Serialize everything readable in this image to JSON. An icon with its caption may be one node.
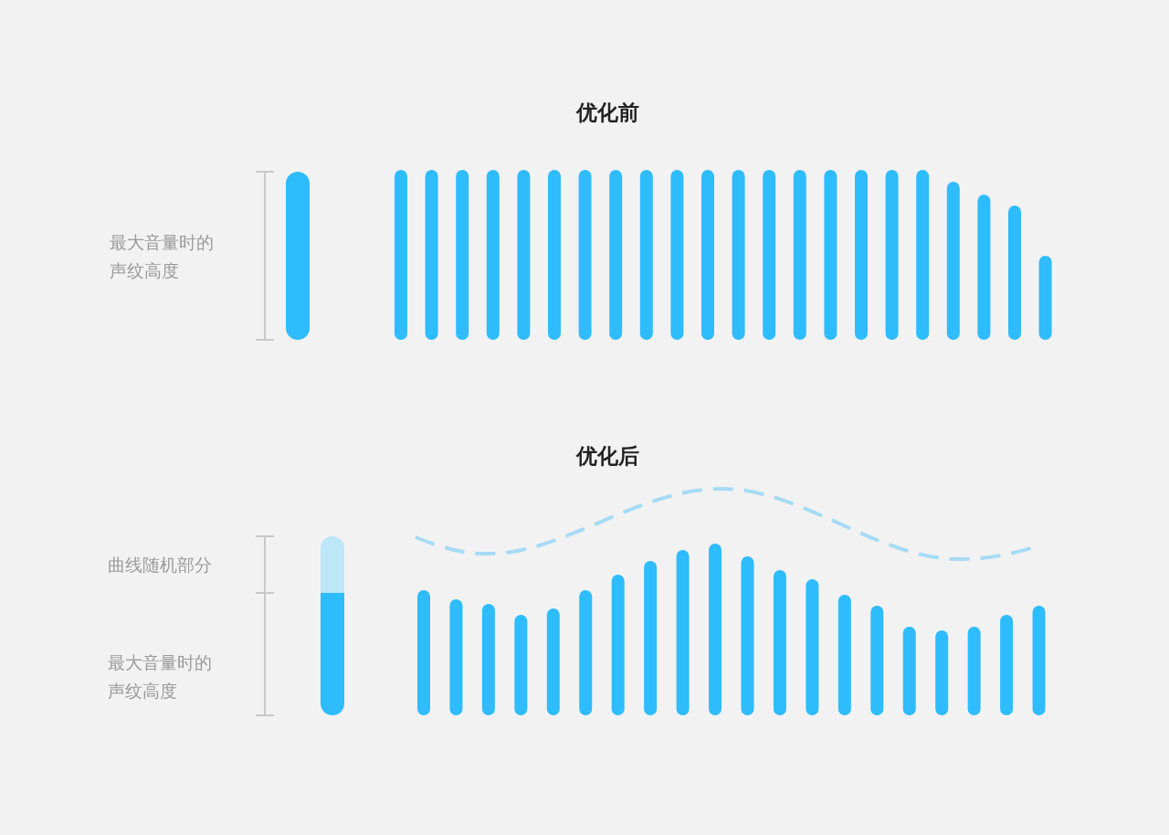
{
  "diagram": {
    "labels": [
      "优化前",
      "最大音量时的声纹高度",
      "优化后",
      "曲线随机部分",
      "最大音量时的声纹高度"
    ]
  }
}
